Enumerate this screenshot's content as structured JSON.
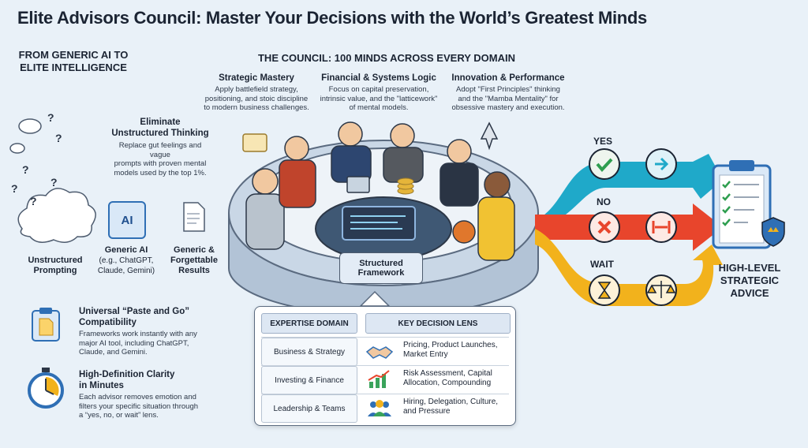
{
  "title": "Elite Advisors Council: Master Your Decisions with the World’s Greatest Minds",
  "left_header": {
    "line1": "FROM GENERIC AI TO",
    "line2": "ELITE INTELLIGENCE"
  },
  "eliminate": {
    "title_line1": "Eliminate",
    "title_line2": "Unstructured Thinking",
    "desc_line1": "Replace gut feelings and vague",
    "desc_line2": "prompts with proven mental",
    "desc_line3": "models used by the top 1%."
  },
  "unstructured": {
    "line1": "Unstructured",
    "line2": "Prompting"
  },
  "generic_ai": {
    "icon_text": "AI",
    "line1": "Generic AI",
    "line2": "(e.g., ChatGPT,",
    "line3": "Claude, Gemini)"
  },
  "generic_results": {
    "line1": "Generic &",
    "line2": "Forgettable",
    "line3": "Results"
  },
  "paste": {
    "title_line1": "Universal “Paste and Go”",
    "title_line2": "Compatibility",
    "desc_line1": "Frameworks work instantly with any",
    "desc_line2": "major AI tool, including ChatGPT,",
    "desc_line3": "Claude, and Gemini."
  },
  "clarity": {
    "title_line1": "High-Definition Clarity",
    "title_line2": "in Minutes",
    "desc_line1": "Each advisor removes emotion and",
    "desc_line2": "filters your specific situation through",
    "desc_line3": "a “yes, no, or wait” lens."
  },
  "council_header": "THE COUNCIL: 100 MINDS ACROSS EVERY DOMAIN",
  "columns": [
    {
      "title": "Strategic Mastery",
      "d1": "Apply battlefield strategy,",
      "d2": "positioning, and stoic discipline",
      "d3": "to modern business challenges."
    },
    {
      "title": "Financial & Systems Logic",
      "d1": "Focus on capital preservation,",
      "d2": "intrinsic value, and the \"latticework\"",
      "d3": "of mental models."
    },
    {
      "title": "Innovation & Performance",
      "d1": "Adopt \"First Principles\" thinking",
      "d2": "and the \"Mamba Mentality\" for",
      "d3": "obsessive mastery and execution."
    }
  ],
  "framework": {
    "line1": "Structured",
    "line2": "Framework"
  },
  "table": {
    "col1": "EXPERTISE DOMAIN",
    "col2": "KEY DECISION LENS",
    "rows": [
      {
        "domain": "Business & Strategy",
        "lens1": "Pricing, Product Launches,",
        "lens2": "Market Entry",
        "icon": "handshake-icon"
      },
      {
        "domain": "Investing & Finance",
        "lens1": "Risk Assessment, Capital",
        "lens2": "Allocation, Compounding",
        "icon": "growth-chart-icon"
      },
      {
        "domain": "Leadership & Teams",
        "lens1": "Hiring, Delegation, Culture,",
        "lens2": "and Pressure",
        "icon": "team-icon"
      }
    ]
  },
  "decisions": {
    "yes": "YES",
    "no": "NO",
    "wait": "WAIT"
  },
  "advice": {
    "line1": "HIGH-LEVEL",
    "line2": "STRATEGIC",
    "line3": "ADVICE"
  },
  "colors": {
    "yes": "#1fa9c9",
    "no": "#e8452c",
    "wait": "#f2b21c",
    "navy": "#1b2433",
    "accent": "#2f6fb5"
  }
}
